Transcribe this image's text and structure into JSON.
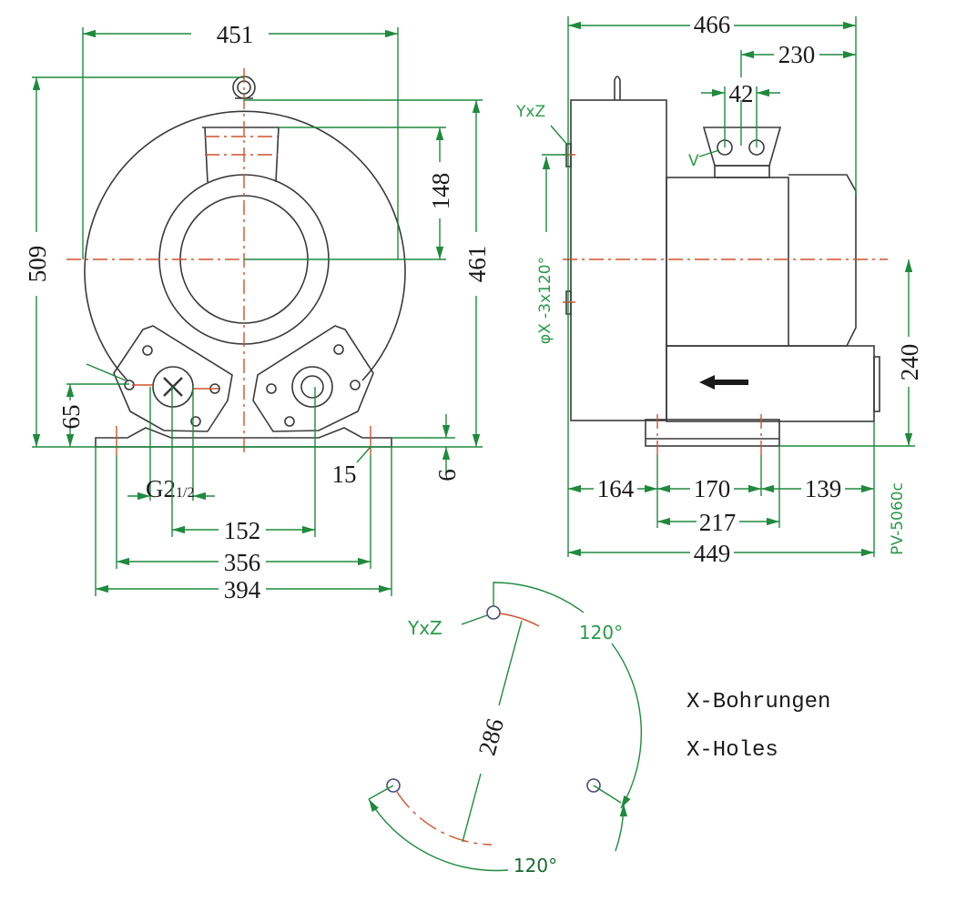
{
  "front_view": {
    "dims": {
      "width_overall": "451",
      "height_overall": "509",
      "height_to_center_base": "461",
      "outlet_to_center": "148",
      "port_height": "65",
      "base_thickness": "6",
      "hole_diameter": "15",
      "port_spacing": "152",
      "hole_spacing": "356",
      "base_width": "394"
    },
    "thread_label": "G2",
    "thread_fraction": "1/2"
  },
  "side_view": {
    "dims": {
      "length_overall": "466",
      "outlet_offset": "230",
      "outlet_hole_spacing": "42",
      "front_to_hole": "164",
      "hole_spacing": "170",
      "hole_to_rear": "139",
      "foot_length": "217",
      "base_length": "449",
      "center_height": "240"
    },
    "flange_label": "YxZ",
    "outlet_hole_label": "V",
    "bolt_circle_label": "φX -3x120°",
    "model": "PV-5060c"
  },
  "flange_detail": {
    "hole_label": "YxZ",
    "pitch_diameter": "286",
    "angle_top": "120°",
    "angle_bottom": "120°"
  },
  "legend": {
    "de": "X-Bohrungen",
    "en": "X-Holes"
  },
  "colors": {
    "dimension": "#1f8a3c",
    "centerline": "#d2502a",
    "outline": "#3a3a3a"
  }
}
